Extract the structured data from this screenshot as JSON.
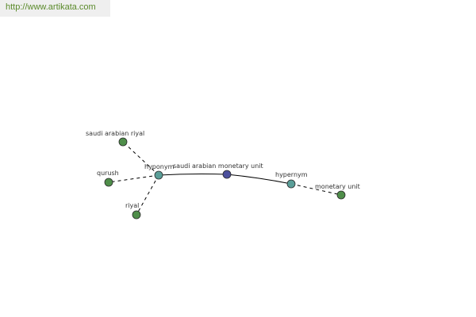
{
  "header": {
    "url": "http://www.artikata.com"
  },
  "graph": {
    "colors": {
      "center": "#4b4f9c",
      "relation": "#5a9e98",
      "leaf": "#4f8e4a",
      "edge": "#000000"
    },
    "nodes": [
      {
        "id": "center",
        "label": "saudi arabian monetary unit",
        "kind": "center"
      },
      {
        "id": "hyponym",
        "label": "hyponym",
        "kind": "relation"
      },
      {
        "id": "hypernym",
        "label": "hypernym",
        "kind": "relation"
      },
      {
        "id": "saudi-arabian-riyal",
        "label": "saudi arabian riyal",
        "kind": "leaf"
      },
      {
        "id": "qurush",
        "label": "qurush",
        "kind": "leaf"
      },
      {
        "id": "riyal",
        "label": "riyal",
        "kind": "leaf"
      },
      {
        "id": "monetary-unit",
        "label": "monetary unit",
        "kind": "leaf"
      }
    ],
    "edges": [
      {
        "from": "hyponym",
        "to": "center",
        "style": "solid"
      },
      {
        "from": "center",
        "to": "hypernym",
        "style": "solid"
      },
      {
        "from": "hyponym",
        "to": "saudi-arabian-riyal",
        "style": "dashed"
      },
      {
        "from": "hyponym",
        "to": "qurush",
        "style": "dashed"
      },
      {
        "from": "hyponym",
        "to": "riyal",
        "style": "dashed"
      },
      {
        "from": "hypernym",
        "to": "monetary-unit",
        "style": "dashed"
      }
    ]
  }
}
